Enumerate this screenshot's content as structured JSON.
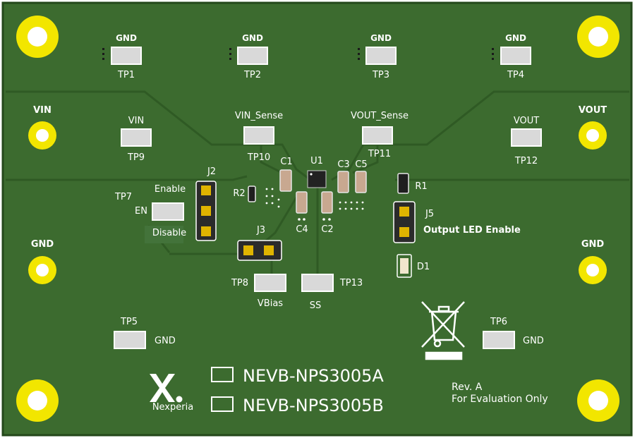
{
  "colors": {
    "board": "#3c6b2f",
    "board_edge": "#24481b",
    "trace": "#356128",
    "copper_pour": "#43733a",
    "silkscreen": "#ffffff",
    "pad_gold": "#f2e600",
    "pad_silver": "#d9d9d9"
  },
  "test_points": {
    "tp1": {
      "label": "TP1",
      "net": "GND"
    },
    "tp2": {
      "label": "TP2",
      "net": "GND"
    },
    "tp3": {
      "label": "TP3",
      "net": "GND"
    },
    "tp4": {
      "label": "TP4",
      "net": "GND"
    },
    "tp5": {
      "label": "TP5",
      "net": "GND"
    },
    "tp6": {
      "label": "TP6",
      "net": "GND"
    },
    "tp7": {
      "label": "TP7",
      "net": "EN"
    },
    "tp8": {
      "label": "TP8",
      "net": "VBias"
    },
    "tp9": {
      "label": "TP9",
      "net": "VIN"
    },
    "tp10": {
      "label": "TP10",
      "net": "VIN_Sense"
    },
    "tp11": {
      "label": "TP11",
      "net": "VOUT_Sense"
    },
    "tp12": {
      "label": "TP12",
      "net": "VOUT"
    },
    "tp13": {
      "label": "TP13",
      "net": "SS"
    }
  },
  "terminals": {
    "vin": "VIN",
    "vout": "VOUT",
    "gnd_left": "GND",
    "gnd_right": "GND"
  },
  "jumpers": {
    "j2": {
      "label": "J2",
      "top": "Enable",
      "bottom": "Disable"
    },
    "j3": {
      "label": "J3"
    },
    "j5": {
      "label": "J5",
      "description": "Output LED Enable"
    }
  },
  "components": {
    "u1": "U1",
    "c1": "C1",
    "c2": "C2",
    "c3": "C3",
    "c4": "C4",
    "c5": "C5",
    "r1": "R1",
    "r2": "R2",
    "d1": "D1"
  },
  "branding": {
    "logo_text": "Nexperia",
    "variant_a": "NEVB-NPS3005A",
    "variant_b": "NEVB-NPS3005B",
    "revision": "Rev. A",
    "disclaimer": "For Evaluation Only"
  },
  "icons": [
    "mounting-hole-icon",
    "weee-bin-icon",
    "nexperia-logo-icon"
  ]
}
